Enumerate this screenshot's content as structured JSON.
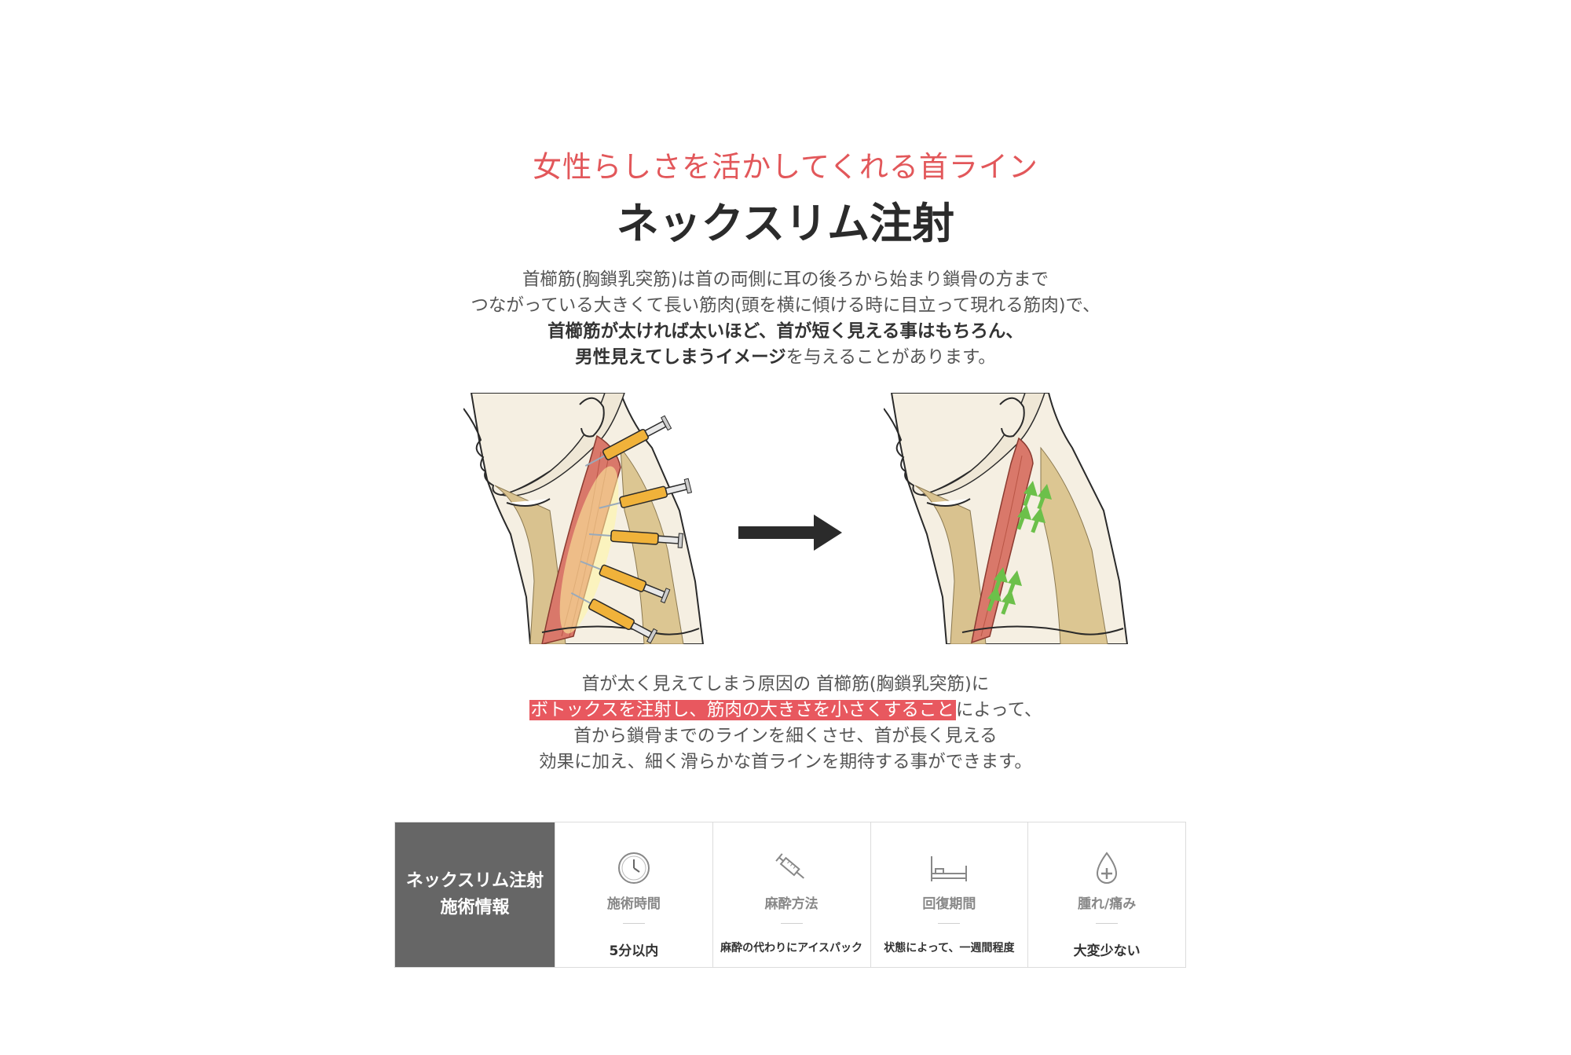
{
  "header": {
    "subtitle": "女性らしさを活かしてくれる首ライン",
    "title": "ネックスリム注射"
  },
  "intro": {
    "line1": "首櫛筋(胸鎖乳突筋)は首の両側に耳の後ろから始まり鎖骨の方まで",
    "line2": "つながっている大きくて長い筋肉(頭を横に傾ける時に目立って現れる筋肉)で、",
    "line3": "首櫛筋が太ければ太いほど、首が短く見える事はもちろん、",
    "line4_bold": "男性見えてしまうイメージ",
    "line4_rest": "を与えることがあります。"
  },
  "illustration": {
    "before_label": "neck-with-injections",
    "after_label": "neck-slimmed-muscle",
    "arrow": "right-arrow"
  },
  "description": {
    "line1": "首が太く見えてしまう原因の 首櫛筋(胸鎖乳突筋)に",
    "line2_highlight": "ボトックスを注射し、筋肉の大きさを小さくすること",
    "line2_rest": "によって、",
    "line3": "首から鎖骨までのラインを細くさせ、首が長く見える",
    "line4": "効果に加え、細く滑らかな首ラインを期待する事ができます。"
  },
  "info": {
    "head_line1": "ネックスリム注射",
    "head_line2": "施術情報",
    "items": [
      {
        "icon": "clock-icon",
        "label": "施術時間",
        "value": "5分以内"
      },
      {
        "icon": "syringe-icon",
        "label": "麻酔方法",
        "value": "麻酔の代わりにアイスパック"
      },
      {
        "icon": "bed-icon",
        "label": "回復期間",
        "value": "状態によって、一週間程度"
      },
      {
        "icon": "drop-cross-icon",
        "label": "腫れ/痛み",
        "value": "大変少ない"
      }
    ]
  },
  "colors": {
    "accent": "#e2575a",
    "highlight_bg": "#e8585f",
    "info_head_bg": "#666666",
    "muscle": "#d9786a",
    "skin": "#f5efe2",
    "syringe": "#f0b23a",
    "green_arrow": "#6cc04a"
  }
}
